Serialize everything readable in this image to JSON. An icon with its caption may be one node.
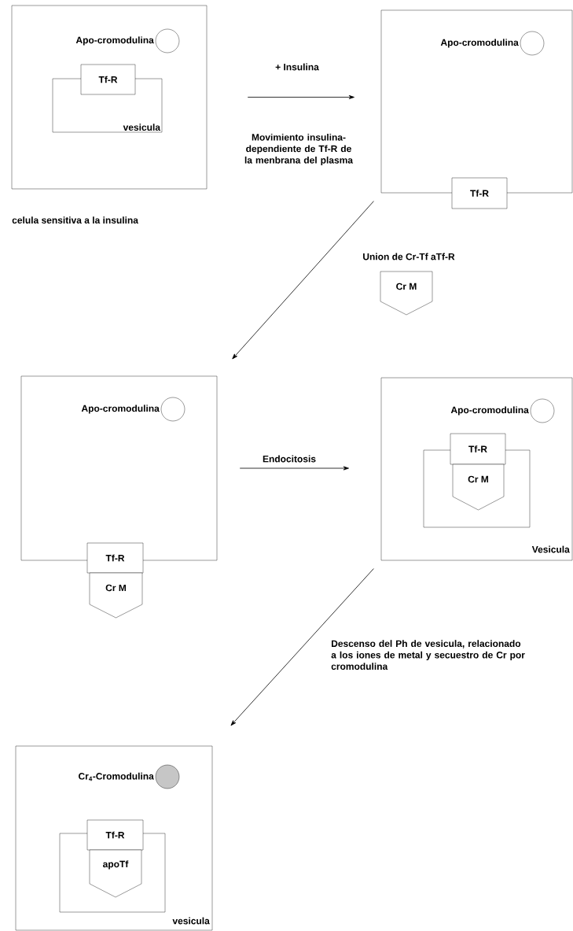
{
  "diagram": {
    "nodes": [
      {
        "text": [],
        "shape": "box",
        "beside": [
          "celula sensitiva a la insulina"
        ]
      },
      {
        "text": [],
        "shape": "circle",
        "beside": [
          "Apo-cromodulina"
        ],
        "in": 0
      },
      {
        "text": [
          "vesicula"
        ],
        "in": 0
      },
      {
        "text": [
          "Tf-R"
        ],
        "in": 0
      },
      {
        "text": [],
        "shape": "box"
      },
      {
        "text": [],
        "shape": "circle",
        "beside": [
          "Apo-cromodulina"
        ],
        "in": 4
      },
      {
        "text": [
          "Tf-R"
        ]
      },
      {
        "text": [
          "Cr  M"
        ]
      },
      {
        "text": [],
        "shape": "box"
      },
      {
        "text": [],
        "shape": "circle",
        "beside": [
          "Apo-cromodulina"
        ],
        "in": 8
      },
      {
        "text": [
          "Tf-R"
        ]
      },
      {
        "text": [
          "Cr  M"
        ]
      },
      {
        "text": [],
        "shape": "box"
      },
      {
        "text": [],
        "shape": "circle",
        "beside": [
          "Apo-cromodulina"
        ],
        "in": 12
      },
      {
        "text": [],
        "shape": "box",
        "in": 12
      },
      {
        "text": [
          "Tf-R"
        ],
        "in": 12
      },
      {
        "text": [
          "Cr  M"
        ],
        "in": 14
      },
      {
        "text": [],
        "shape": "box"
      },
      {
        "text": [],
        "shape": "circle",
        "beside": [
          "Cr$_{4}$-Cromodulina"
        ],
        "in": 17
      },
      {
        "text": [],
        "shape": "box",
        "in": 17
      },
      {
        "text": [
          "Tf-R"
        ],
        "in": 17
      },
      {
        "text": [
          "apoTf"
        ],
        "in": 19
      }
    ],
    "edges": [
      {
        "from": 0,
        "to": 4,
        "arrow": "to",
        "label": "+ Insulina"
      },
      {
        "from": 4,
        "to": 8,
        "arrow": "to",
        "label": "Union de Cr-Tf aTf-R"
      },
      {
        "from": 8,
        "to": 12,
        "arrow": "to",
        "label": "Endocitosis"
      },
      {
        "from": 12,
        "to": 17,
        "arrow": "to",
        "label": "Descenso del Ph de vesicula, relacionado a los iones de metal y secuestro de Cr por cromodulina"
      }
    ],
    "labels": [
      "Movimiento insulina-dependiente de Tf-R de la menbrana del plasma",
      "Vesicula",
      "vesicula"
    ]
  }
}
